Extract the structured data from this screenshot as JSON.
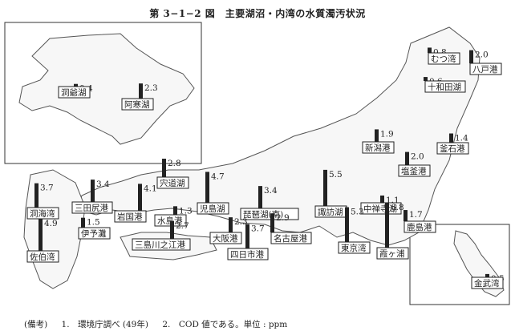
{
  "title": "第 3−1−2 図　主要湖沼・内湾の水質濁汚状況",
  "footnote": {
    "prefix": "(備考)",
    "note1": "1.　環境庁調べ (49年)",
    "note2": "2.　COD 値である。単位 : ppm"
  },
  "chart_data": {
    "type": "bar",
    "unit": "ppm",
    "items": [
      {
        "name": "洞爺湖",
        "value": "0.4"
      },
      {
        "name": "阿寒湖",
        "value": "2.3"
      },
      {
        "name": "むつ湾",
        "value": "0.8"
      },
      {
        "name": "八戸港",
        "value": "2.0"
      },
      {
        "name": "十和田湖",
        "value": "0.6"
      },
      {
        "name": "釜石港",
        "value": "1.4"
      },
      {
        "name": "新潟港",
        "value": "1.9"
      },
      {
        "name": "塩釜港",
        "value": "2.0"
      },
      {
        "name": "宍道湖",
        "value": "2.8"
      },
      {
        "name": "洞海湾",
        "value": "3.7"
      },
      {
        "name": "三田尻港",
        "value": "3.4"
      },
      {
        "name": "岩国港",
        "value": "4.1"
      },
      {
        "name": "伊予灘",
        "value": "1.5"
      },
      {
        "name": "水島港",
        "value": "1.3"
      },
      {
        "name": "児島湖",
        "value": "4.7"
      },
      {
        "name": "三島川之江港",
        "value": "2.7"
      },
      {
        "name": "佐伯湾",
        "value": "4.9"
      },
      {
        "name": "琵琶湖(南)",
        "value": "3.4"
      },
      {
        "name": "大阪港",
        "value": "2.3"
      },
      {
        "name": "四日市港",
        "value": "3.7"
      },
      {
        "name": "名古屋港",
        "value": "2.9"
      },
      {
        "name": "諏訪湖",
        "value": "5.5"
      },
      {
        "name": "中禅寺湖",
        "value": "1.1"
      },
      {
        "name": "鹿島港",
        "value": "1.7"
      },
      {
        "name": "東京湾",
        "value": "5.3"
      },
      {
        "name": "霞ヶ浦",
        "value": "6.8"
      },
      {
        "name": "金武湾",
        "value": "0.5"
      }
    ]
  }
}
